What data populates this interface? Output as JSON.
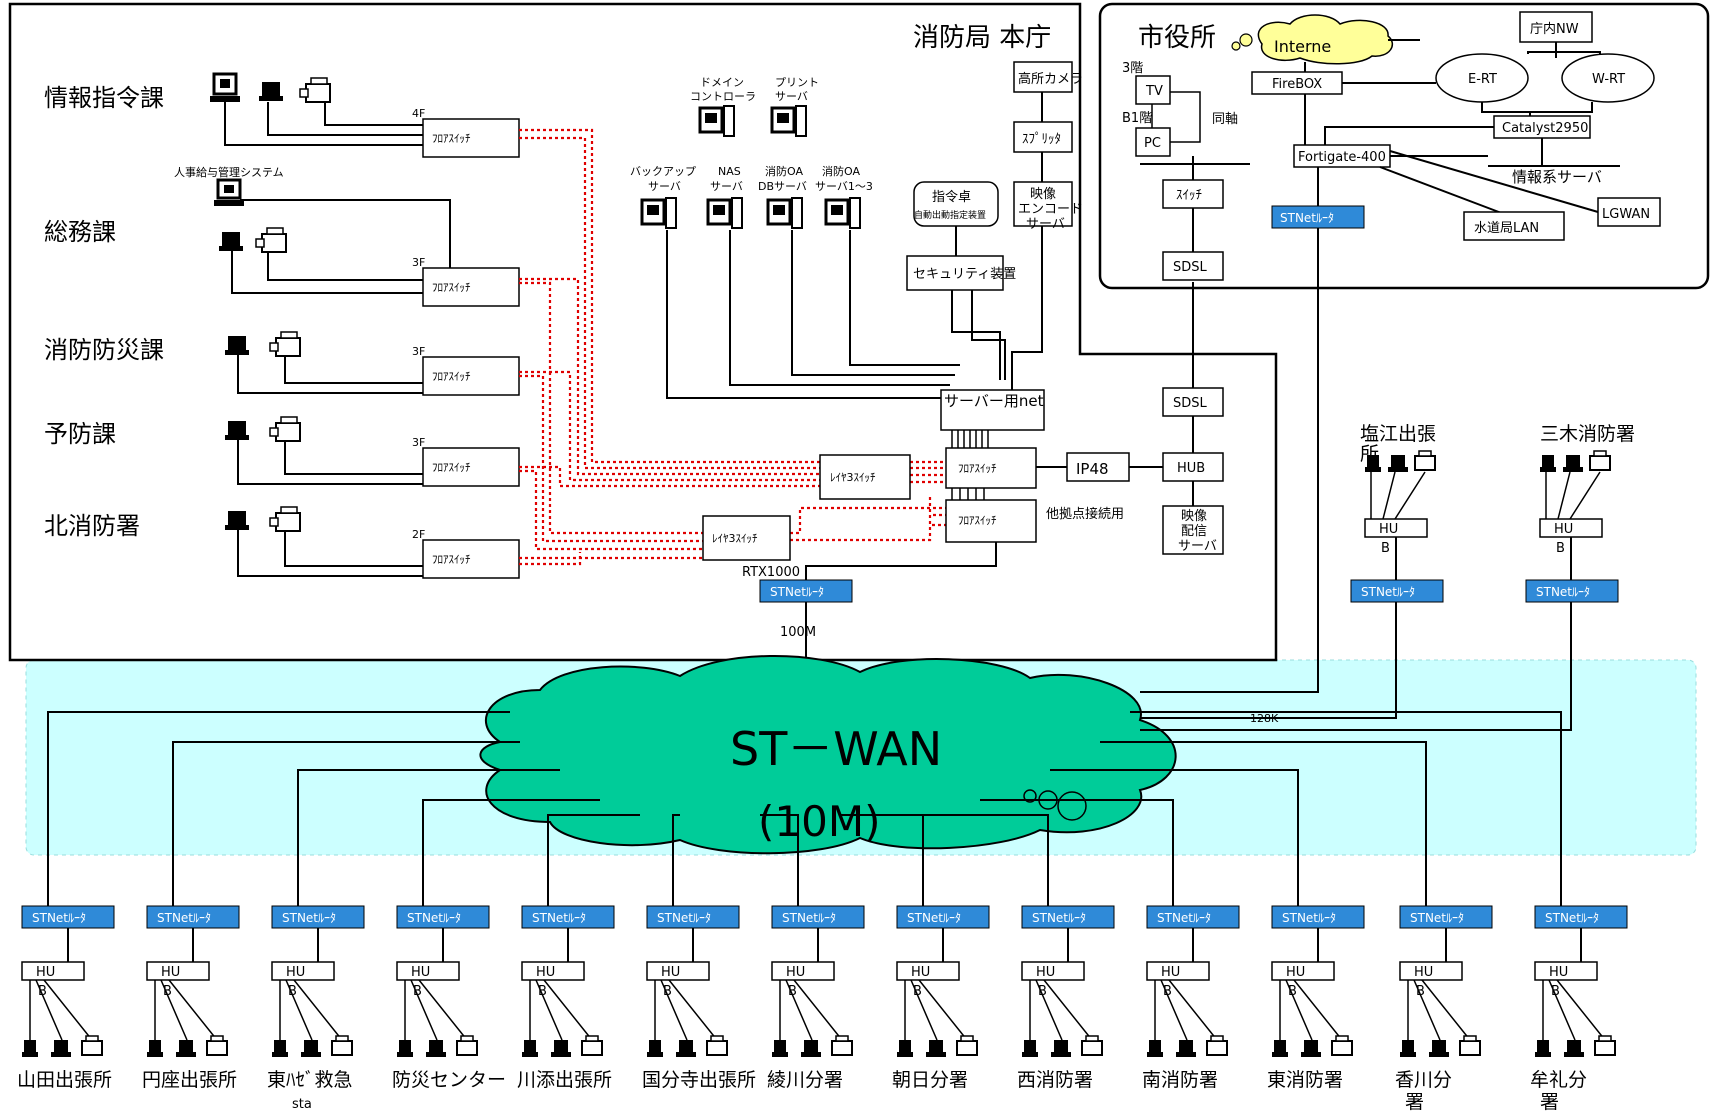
{
  "title_main": "消防局 本庁",
  "title_city": "市役所",
  "cloud": {
    "name": "ST－WAN",
    "bandwidth": "(10M)"
  },
  "internet_label": "Interne",
  "colors": {
    "router_fill": "#2f8ad8",
    "cloud_fill": "#00cc99",
    "band_fill": "#ccffff",
    "red_link": "#e00000"
  },
  "router_label": "STNetﾙｰﾀ",
  "hub_label_a": "HU",
  "hub_label_b": "B",
  "link_100m": "100M",
  "link_128k": "128K",
  "rtx_label": "RTX1000",
  "departments": [
    {
      "name": "情報指令課",
      "floor": "4F",
      "switch": "ﾌﾛｱｽｲｯﾁ"
    },
    {
      "name": "総務課",
      "floor": "3F",
      "switch": "ﾌﾛｱｽｲｯﾁ"
    },
    {
      "name": "消防防災課",
      "floor": "3F",
      "switch": "ﾌﾛｱｽｲｯﾁ"
    },
    {
      "name": "予防課",
      "floor": "3F",
      "switch": "ﾌﾛｱｽｲｯﾁ"
    },
    {
      "name": "北消防署",
      "floor": "2F",
      "switch": "ﾌﾛｱｽｲｯﾁ"
    }
  ],
  "jinji_label": "人事給与管理システム",
  "servers_top": [
    {
      "line1": "ドメイン",
      "line2": "コントローラ"
    },
    {
      "line1": "プリント",
      "line2": "サーバ"
    }
  ],
  "servers_row": [
    {
      "line1": "バックアップ",
      "line2": "サーバ"
    },
    {
      "line1": "NAS",
      "line2": "サーバ"
    },
    {
      "line1": "消防OA",
      "line2": "DBサーバ"
    },
    {
      "line1": "消防OA",
      "line2": "サーバ1～3"
    }
  ],
  "center": {
    "shirei1": "指令卓",
    "shirei2": "自動出動指定装置",
    "security": "セキュリティ装置",
    "camera": "高所カメラ",
    "splitter": "ｽﾌﾟﾘｯﾀ",
    "encoder1": "映像",
    "encoder2": "エンコード",
    "encoder3": "サーバ",
    "server_net": "サーバー用net",
    "floor_switch_a": "ﾌﾛｱｽｲｯﾁ",
    "floor_switch_b": "ﾌﾛｱｽｲｯﾁ",
    "l3_a": "ﾚｲﾔ3ｽｲｯﾁ",
    "l3_b": "ﾚｲﾔ3ｽｲｯﾁ",
    "ip48": "IP48",
    "hub": "HUB",
    "other_sites": "他拠点接続用",
    "video1": "映像",
    "video2": "配信",
    "video3": "サーバ",
    "sdsl_a": "SDSL",
    "sdsl_b": "SDSL",
    "switch_small": "ｽｲｯﾁ"
  },
  "city": {
    "floor3": "3階",
    "floorB1": "B1階",
    "tv": "TV",
    "pc": "PC",
    "coax": "同軸",
    "firebox": "FireBOX",
    "chonai": "庁内NW",
    "ert": "E-RT",
    "wrt": "W-RT",
    "catalyst": "Catalyst2950",
    "fortigate": "Fortigate-400",
    "info_server": "情報系サーバ",
    "water": "水道局LAN",
    "lgwan": "LGWAN"
  },
  "remote_top": [
    {
      "line1": "塩江出張",
      "line2": "所"
    },
    {
      "line1": "三木消防署",
      "line2": ""
    }
  ],
  "sites": [
    {
      "line1": "山田出張所",
      "line2": ""
    },
    {
      "line1": "円座出張所",
      "line2": ""
    },
    {
      "line1": "東ﾊｾﾞ救急",
      "line2": "sta"
    },
    {
      "line1": "防災センター",
      "line2": ""
    },
    {
      "line1": "川添出張所",
      "line2": ""
    },
    {
      "line1": "国分寺出張所",
      "line2": ""
    },
    {
      "line1": "綾川分署",
      "line2": ""
    },
    {
      "line1": "朝日分署",
      "line2": ""
    },
    {
      "line1": "西消防署",
      "line2": ""
    },
    {
      "line1": "南消防署",
      "line2": ""
    },
    {
      "line1": "東消防署",
      "line2": ""
    },
    {
      "line1": "香川分",
      "line2": "署"
    },
    {
      "line1": "牟礼分",
      "line2": "署"
    }
  ]
}
